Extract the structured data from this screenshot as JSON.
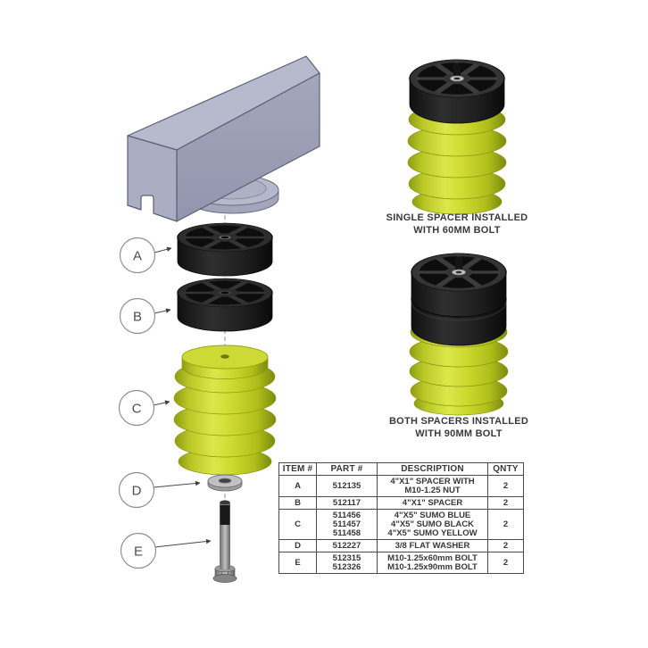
{
  "colors": {
    "background": "#ffffff",
    "sumo_yellow": "#c7d52e",
    "spacer_black": "#232323",
    "frame_lavender": "#a9abc0",
    "hardware_gray": "#a0a0a0",
    "line_dark": "#3f3f3f"
  },
  "exploded_view": {
    "callouts": [
      "A",
      "B",
      "C",
      "D",
      "E"
    ]
  },
  "assemblies": [
    {
      "label": [
        "SINGLE SPACER INSTALLED",
        "WITH 60MM BOLT"
      ]
    },
    {
      "label": [
        "BOTH SPACERS INSTALLED",
        "WITH 90MM BOLT"
      ]
    }
  ],
  "parts_table": {
    "headers": [
      "ITEM #",
      "PART #",
      "DESCRIPTION",
      "QNTY"
    ],
    "rows": [
      {
        "item": "A",
        "part_numbers": [
          "512135"
        ],
        "descriptions": [
          "4\"X1\" SPACER WITH",
          "M10-1.25 NUT"
        ],
        "qty": "2"
      },
      {
        "item": "B",
        "part_numbers": [
          "512117"
        ],
        "descriptions": [
          "4\"X1\" SPACER"
        ],
        "qty": "2"
      },
      {
        "item": "C",
        "part_numbers": [
          "511456",
          "511457",
          "511458"
        ],
        "descriptions": [
          "4\"X5\" SUMO BLUE",
          "4\"X5\" SUMO BLACK",
          "4\"X5\" SUMO YELLOW"
        ],
        "qty": "2"
      },
      {
        "item": "D",
        "part_numbers": [
          "512227"
        ],
        "descriptions": [
          "3/8 FLAT WASHER"
        ],
        "qty": "2"
      },
      {
        "item": "E",
        "part_numbers": [
          "512315",
          "512326"
        ],
        "descriptions": [
          "M10-1.25x60mm BOLT",
          "M10-1.25x90mm BOLT"
        ],
        "qty": "2"
      }
    ]
  }
}
